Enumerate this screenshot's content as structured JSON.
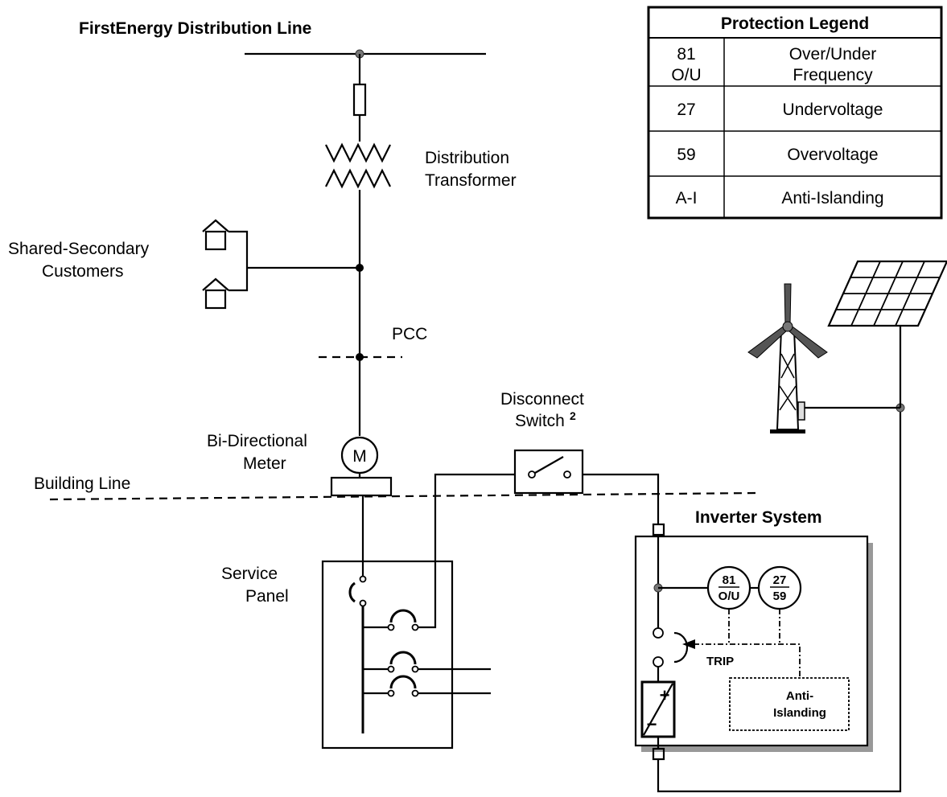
{
  "labels": {
    "distribution_line": "FirstEnergy Distribution Line",
    "distribution_transformer_1": "Distribution",
    "distribution_transformer_2": "Transformer",
    "shared_secondary_1": "Shared-Secondary",
    "shared_secondary_2": "Customers",
    "pcc": "PCC",
    "meter_1": "Bi-Directional",
    "meter_2": "Meter",
    "meter_symbol": "M",
    "building_line": "Building Line",
    "disconnect_1": "Disconnect",
    "disconnect_2": "Switch",
    "disconnect_note": "2",
    "service_panel_1": "Service",
    "service_panel_2": "Panel",
    "inverter_system": "Inverter System",
    "relay_freq_top": "81",
    "relay_freq_bottom": "O/U",
    "relay_volt_top": "27",
    "relay_volt_bottom": "59",
    "trip": "TRIP",
    "anti_islanding_1": "Anti-",
    "anti_islanding_2": "Islanding",
    "dc_plus": "+",
    "dc_minus": "−"
  },
  "legend": {
    "title": "Protection Legend",
    "rows": [
      {
        "code": [
          "81",
          "O/U"
        ],
        "desc": [
          "Over/Under",
          "Frequency"
        ]
      },
      {
        "code": [
          "27"
        ],
        "desc": [
          "Undervoltage"
        ]
      },
      {
        "code": [
          "59"
        ],
        "desc": [
          "Overvoltage"
        ]
      },
      {
        "code": [
          "A-I"
        ],
        "desc": [
          "Anti-Islanding"
        ]
      }
    ]
  }
}
